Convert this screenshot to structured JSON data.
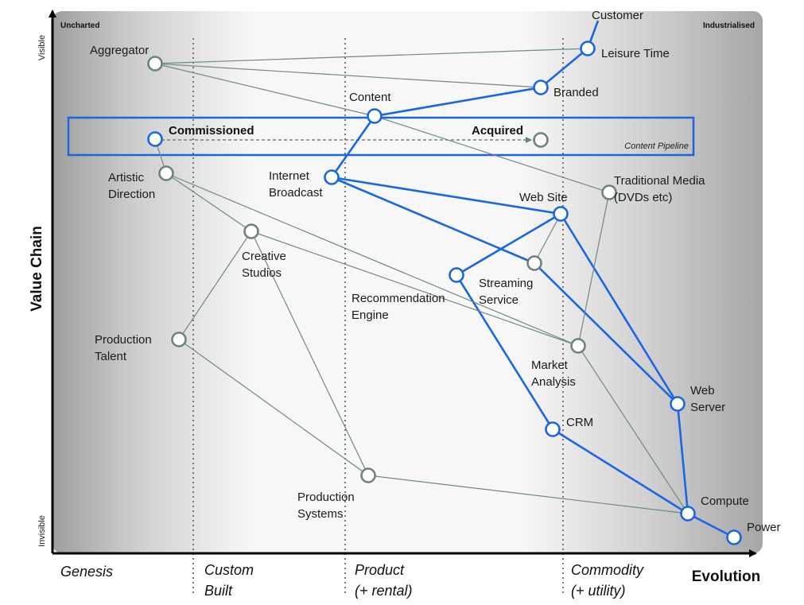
{
  "axes": {
    "y_title": "Value Chain",
    "y_top": "Visible",
    "y_bottom": "Invisible",
    "x_title": "Evolution"
  },
  "corners": {
    "left": "Uncharted",
    "right": "Industrialised"
  },
  "stages": [
    {
      "lines": [
        "Genesis"
      ]
    },
    {
      "lines": [
        "Custom",
        "Built"
      ]
    },
    {
      "lines": [
        "Product",
        "(+ rental)"
      ]
    },
    {
      "lines": [
        "Commodity",
        "(+ utility)"
      ]
    }
  ],
  "pipeline": {
    "label": "Content Pipeline",
    "start": "Commissioned",
    "end": "Acquired"
  },
  "components": [
    {
      "id": "customer",
      "label": [
        "Customer"
      ],
      "ring": "none"
    },
    {
      "id": "leisure",
      "label": [
        "Leisure Time"
      ],
      "ring": "blue"
    },
    {
      "id": "branded",
      "label": [
        "Branded"
      ],
      "ring": "blue"
    },
    {
      "id": "aggregator",
      "label": [
        "Aggregator"
      ],
      "ring": "grey"
    },
    {
      "id": "content",
      "label": [
        "Content"
      ],
      "ring": "blue"
    },
    {
      "id": "commissioned",
      "label": [],
      "ring": "blue"
    },
    {
      "id": "acquired",
      "label": [],
      "ring": "grey"
    },
    {
      "id": "artistic",
      "label": [
        "Artistic",
        "Direction"
      ],
      "ring": "grey"
    },
    {
      "id": "internet",
      "label": [
        "Internet",
        "Broadcast"
      ],
      "ring": "blue"
    },
    {
      "id": "traditional",
      "label": [
        "Traditional Media",
        "(DVDs etc)"
      ],
      "ring": "grey"
    },
    {
      "id": "website",
      "label": [
        "Web Site"
      ],
      "ring": "blue"
    },
    {
      "id": "creative",
      "label": [
        "Creative",
        "Studios"
      ],
      "ring": "grey"
    },
    {
      "id": "streaming",
      "label": [
        "Streaming",
        "Service"
      ],
      "ring": "grey"
    },
    {
      "id": "recommendation",
      "label": [
        "Recommendation",
        "Engine"
      ],
      "ring": "blue"
    },
    {
      "id": "talent",
      "label": [
        "Production",
        "Talent"
      ],
      "ring": "grey"
    },
    {
      "id": "market",
      "label": [
        "Market",
        "Analysis"
      ],
      "ring": "grey"
    },
    {
      "id": "webserver",
      "label": [
        "Web",
        "Server"
      ],
      "ring": "blue"
    },
    {
      "id": "crm",
      "label": [
        "CRM"
      ],
      "ring": "blue"
    },
    {
      "id": "prodsys",
      "label": [
        "Production",
        "Systems"
      ],
      "ring": "grey"
    },
    {
      "id": "compute",
      "label": [
        "Compute"
      ],
      "ring": "blue"
    },
    {
      "id": "power",
      "label": [
        "Power"
      ],
      "ring": "blue"
    }
  ],
  "links": [
    {
      "from": "customer",
      "to": "leisure",
      "style": "blue"
    },
    {
      "from": "leisure",
      "to": "branded",
      "style": "blue"
    },
    {
      "from": "branded",
      "to": "content",
      "style": "blue"
    },
    {
      "from": "content",
      "to": "internet",
      "style": "blue"
    },
    {
      "from": "internet",
      "to": "website",
      "style": "blue"
    },
    {
      "from": "internet",
      "to": "streaming",
      "style": "blue"
    },
    {
      "from": "website",
      "to": "recommendation",
      "style": "blue"
    },
    {
      "from": "website",
      "to": "webserver",
      "style": "blue"
    },
    {
      "from": "streaming",
      "to": "webserver",
      "style": "blue"
    },
    {
      "from": "recommendation",
      "to": "crm",
      "style": "blue"
    },
    {
      "from": "crm",
      "to": "compute",
      "style": "blue"
    },
    {
      "from": "webserver",
      "to": "compute",
      "style": "blue"
    },
    {
      "from": "compute",
      "to": "power",
      "style": "blue"
    },
    {
      "from": "aggregator",
      "to": "leisure",
      "style": "grey"
    },
    {
      "from": "aggregator",
      "to": "branded",
      "style": "grey"
    },
    {
      "from": "aggregator",
      "to": "content",
      "style": "grey"
    },
    {
      "from": "content",
      "to": "traditional",
      "style": "grey"
    },
    {
      "from": "traditional",
      "to": "market",
      "style": "grey"
    },
    {
      "from": "commissioned",
      "to": "artistic",
      "style": "grey"
    },
    {
      "from": "artistic",
      "to": "creative",
      "style": "grey"
    },
    {
      "from": "artistic",
      "to": "market",
      "style": "grey"
    },
    {
      "from": "creative",
      "to": "talent",
      "style": "grey"
    },
    {
      "from": "creative",
      "to": "market",
      "style": "grey"
    },
    {
      "from": "creative",
      "to": "prodsys",
      "style": "grey"
    },
    {
      "from": "talent",
      "to": "prodsys",
      "style": "grey"
    },
    {
      "from": "prodsys",
      "to": "compute",
      "style": "grey"
    },
    {
      "from": "market",
      "to": "compute",
      "style": "grey"
    },
    {
      "from": "website",
      "to": "streaming",
      "style": "grey"
    }
  ],
  "colors": {
    "blue": "#1a66e0",
    "grey": "#6c8282",
    "grey_line": "#6f8888",
    "axis": "#000000"
  }
}
